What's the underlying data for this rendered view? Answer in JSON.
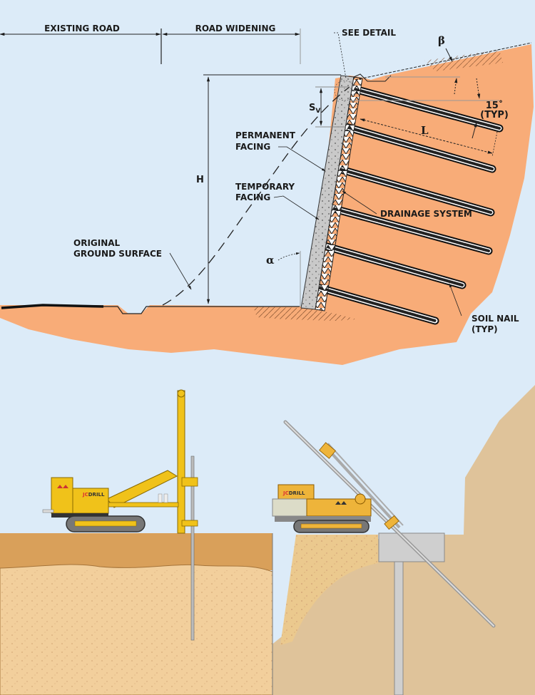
{
  "colors": {
    "sky": "#dcebf8",
    "soil_orange": "#f8ac78",
    "topsoil": "#d9a05a",
    "sand": "#f2cf9c",
    "cut_slope_soil": "#dfc39a",
    "concrete": "#c8c8c8",
    "rig_yellow": "#f0c21a",
    "rig_orange": "#eeb43a",
    "line": "#1a1a1a"
  },
  "section_diagram": {
    "labels": {
      "existing_road": "EXISTING ROAD",
      "road_widening": "ROAD WIDENING",
      "see_detail": "SEE DETAIL",
      "beta": "β",
      "angle_typ": "15˚",
      "typ": "(TYP)",
      "sv": "S",
      "sv_sub": "V",
      "length": "L",
      "permanent_facing_1": "PERMANENT",
      "permanent_facing_2": "FACING",
      "temporary_facing_1": "TEMPORARY",
      "temporary_facing_2": "FACING",
      "height": "H",
      "drainage_system": "DRAINAGE SYSTEM",
      "original_ground_1": "ORIGINAL",
      "original_ground_2": "GROUND SURFACE",
      "alpha": "α",
      "soil_nail_1": "SOIL NAIL",
      "soil_nail_2": "(TYP)"
    },
    "soil_nail_count": 6
  },
  "equipment_illustration": {
    "rig_left": {
      "brand_prefix": "JC",
      "brand_suffix": "DRILL",
      "orientation": "vertical"
    },
    "rig_right": {
      "brand_prefix": "JC",
      "brand_suffix": "DRILL",
      "orientation": "inclined"
    }
  }
}
